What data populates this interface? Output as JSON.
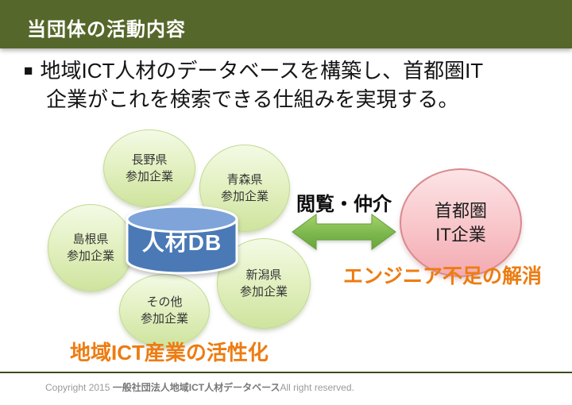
{
  "header": {
    "title": "当団体の活動内容"
  },
  "summary": {
    "bullet": "■",
    "line1": "地域ICT人材のデータベースを構築し、首都圏IT",
    "line2": "企業がこれを検索できる仕組みを実現する。"
  },
  "diagram": {
    "db": {
      "label": "人材DB"
    },
    "nodes": [
      {
        "line1": "長野県",
        "line2": "参加企業"
      },
      {
        "line1": "青森県",
        "line2": "参加企業"
      },
      {
        "line1": "島根県",
        "line2": "参加企業"
      },
      {
        "line1": "新潟県",
        "line2": "参加企業"
      },
      {
        "line1": "その他",
        "line2": "参加企業"
      }
    ],
    "arrow_label": "閲覧・仲介",
    "target": {
      "line1": "首都圏",
      "line2": "IT企業"
    },
    "benefit_right": "エンジニア不足の解消",
    "benefit_left": "地域ICT産業の活性化"
  },
  "footer": {
    "copyright_prefix": "Copyright 2015 ",
    "copyright_org": "一般社団法人地域ICT人材データベース",
    "copyright_suffix": "All right reserved."
  },
  "colors": {
    "header_green": "#55672a",
    "circle_green_light": "#f3fae5",
    "circle_green_dark": "#cfe49e",
    "db_blue": "#4a79b6",
    "db_blue_top": "#7ea4d9",
    "arrow_green": "#7cb74e",
    "pink_light": "#fce4e6",
    "pink_dark": "#f3abb1",
    "pink_border": "#d9898e",
    "accent_orange": "#ed7c11",
    "footer_gray": "#9a9a9a"
  }
}
